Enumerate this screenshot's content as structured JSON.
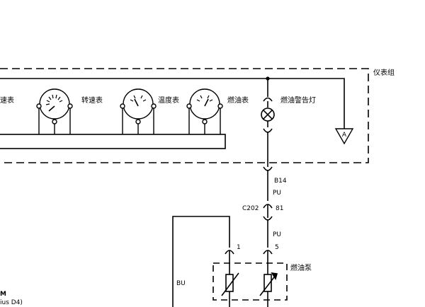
{
  "cluster": {
    "title": "仪表组",
    "gauges": [
      {
        "label": "速表"
      },
      {
        "label": "转速表"
      },
      {
        "label": "温度表"
      },
      {
        "label": "燃油表"
      }
    ],
    "warning_lamp": "燃油警告灯",
    "ground_symbol": "A"
  },
  "connectors": {
    "cluster_pin": "B14",
    "inline_connector": "C202",
    "inline_pin": "81",
    "pump_pin_left": "1",
    "pump_pin_right": "5"
  },
  "wires": {
    "upper_color": "PU",
    "lower_color": "PU",
    "left_color": "BU"
  },
  "fuel_pump": {
    "label": "燃油泵"
  },
  "left_edge_text": {
    "line1": "M",
    "line2": "ius D4)"
  }
}
